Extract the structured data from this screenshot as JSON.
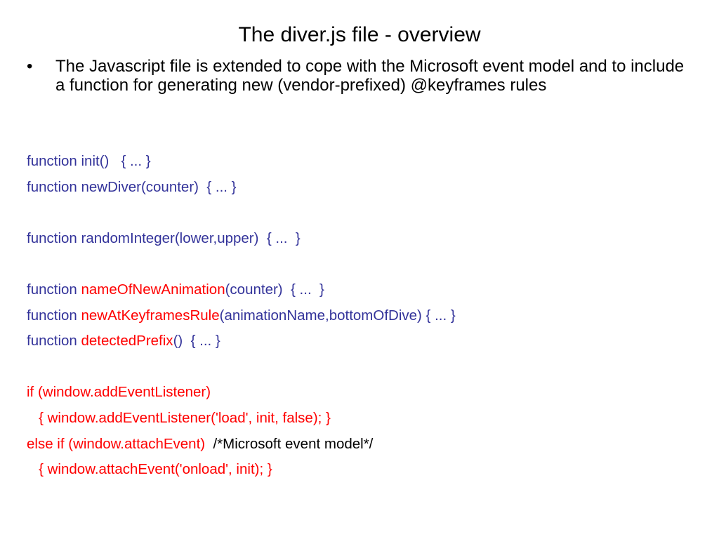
{
  "colors": {
    "blue": "#33339a",
    "red": "#ff0000",
    "black": "#000000"
  },
  "slide": {
    "title": "The diver.js file - overview",
    "bullet_mark": "•",
    "bullet_text": "The Javascript file is extended to cope with the Microsoft event model and to include a function for generating new (vendor-prefixed) @keyframes rules"
  },
  "code": {
    "line1": "function init()   { ... }",
    "line2": "function newDiver(counter)  { ... }",
    "line3": "function randomInteger(lower,upper)  { ...  }",
    "line4": {
      "kw": "function ",
      "name": "nameOfNewAnimation",
      "rest": "(counter)  { ...  }"
    },
    "line5": {
      "kw": "function ",
      "name": "newAtKeyframesRule",
      "rest": "(animationName,bottomOfDive) { ... }"
    },
    "line6": {
      "kw": "function ",
      "name": "detectedPrefix",
      "rest": "()  { ... }"
    },
    "line7": "if (window.addEventListener)",
    "line8": "   { window.addEventListener('load', init, false); }",
    "line9": {
      "code": "else if (window.attachEvent)  ",
      "comment": "/*Microsoft event model*/"
    },
    "line10": "   { window.attachEvent('onload', init); }"
  }
}
